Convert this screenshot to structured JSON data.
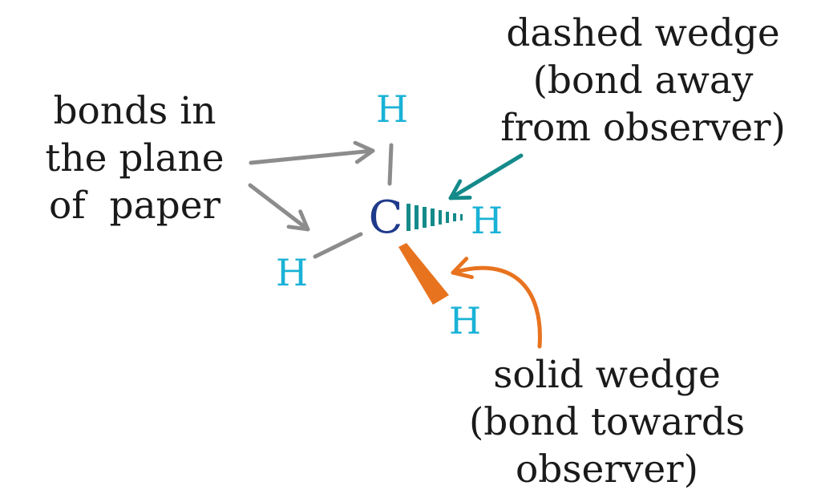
{
  "labels": {
    "plane_bonds": [
      "bonds in",
      "the plane",
      "of  paper"
    ],
    "dashed_wedge": [
      "dashed wedge",
      "(bond away",
      "from observer)"
    ],
    "solid_wedge": [
      "solid wedge",
      "(bond towards",
      "observer)"
    ]
  },
  "atoms": {
    "carbon": "C",
    "h_top": "H",
    "h_right": "H",
    "h_lower_left": "H",
    "h_bottom": "H"
  },
  "colors": {
    "text": "#1a1a1a",
    "carbon": "#1f3a8a",
    "hydrogen": "#1ab2d6",
    "plane_arrow": "#8c8c8c",
    "dashed_arrow": "#148a8a",
    "solid_arrow": "#e8731f",
    "solid_wedge": "#e8731f",
    "dashed_wedge": "#148a8a",
    "bond_line": "#8c8c8c"
  }
}
